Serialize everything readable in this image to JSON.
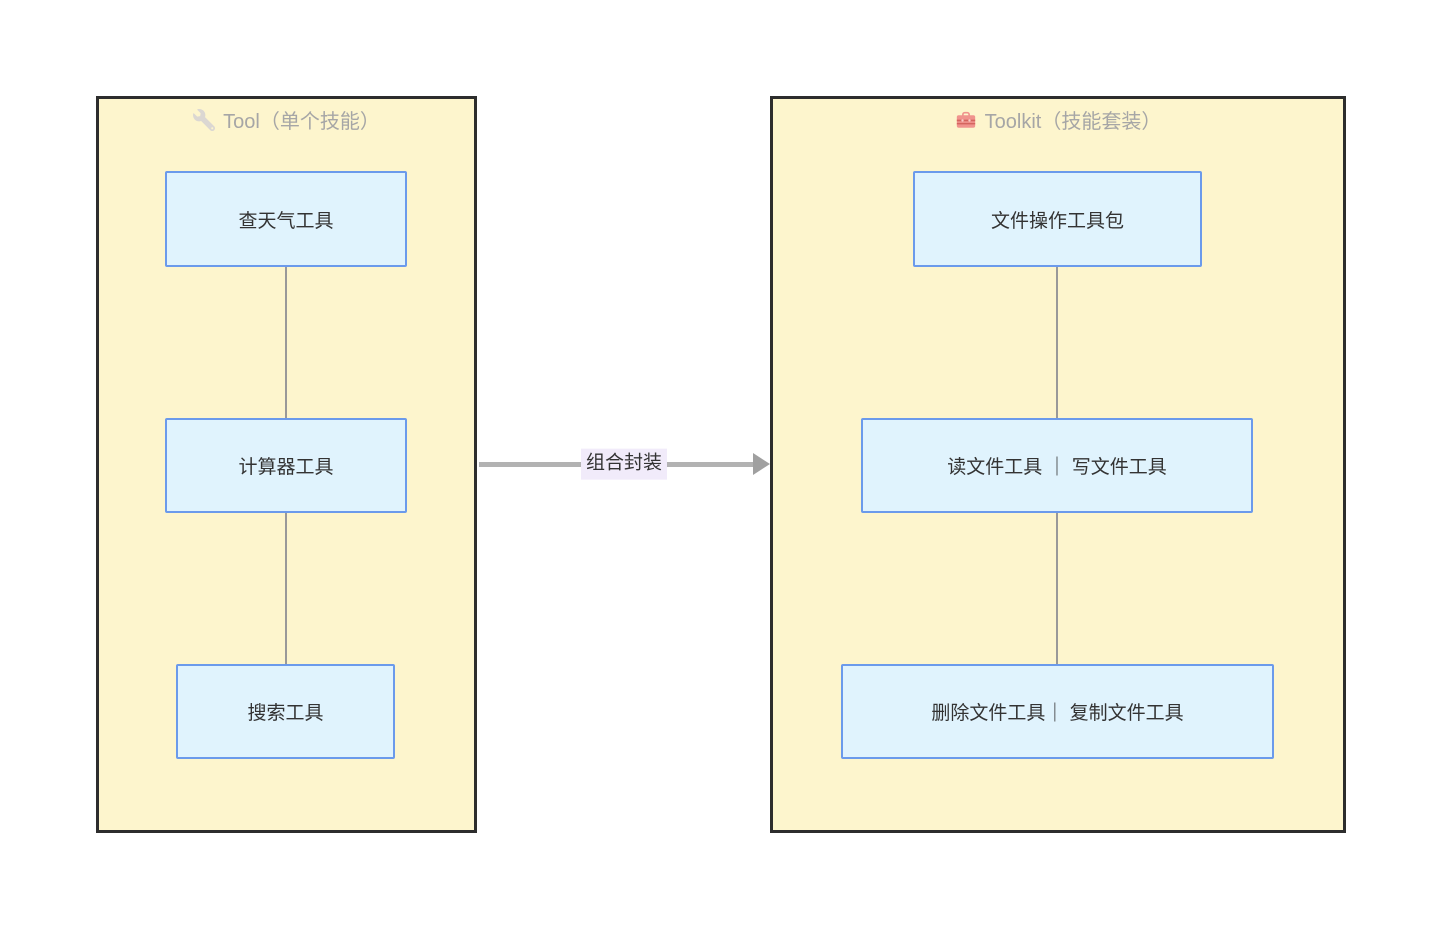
{
  "colors": {
    "canvas-bg": "#ffffff",
    "group-fill": "#fdf5cd",
    "group-border": "#2d2d2d",
    "node-fill": "#e0f3fd",
    "node-border": "#6b9aeb",
    "node-text": "#333333",
    "title-color": "#a6a6a6",
    "connector": "#999999",
    "arrow": "#b2b2b2",
    "arrow-head": "#a0a0a0",
    "edge-label-bg": "#f1ebfa",
    "edge-label-text": "#333333",
    "wrench-icon": "#dbd7d2",
    "toolbox-icon": "#f0938d",
    "toolbox-icon-dark": "#d4655e",
    "toolbox-icon-light": "#f8cbc7"
  },
  "left_group": {
    "title": "Tool（单个技能）",
    "icon": "wrench-icon",
    "nodes": [
      "查天气工具",
      "计算器工具",
      "搜索工具"
    ]
  },
  "right_group": {
    "title": "Toolkit（技能套装）",
    "icon": "toolbox-icon",
    "nodes": [
      "文件操作工具包",
      "读文件工具 ｜ 写文件工具",
      "删除文件工具｜ 复制文件工具"
    ]
  },
  "edge": {
    "label": "组合封装"
  }
}
